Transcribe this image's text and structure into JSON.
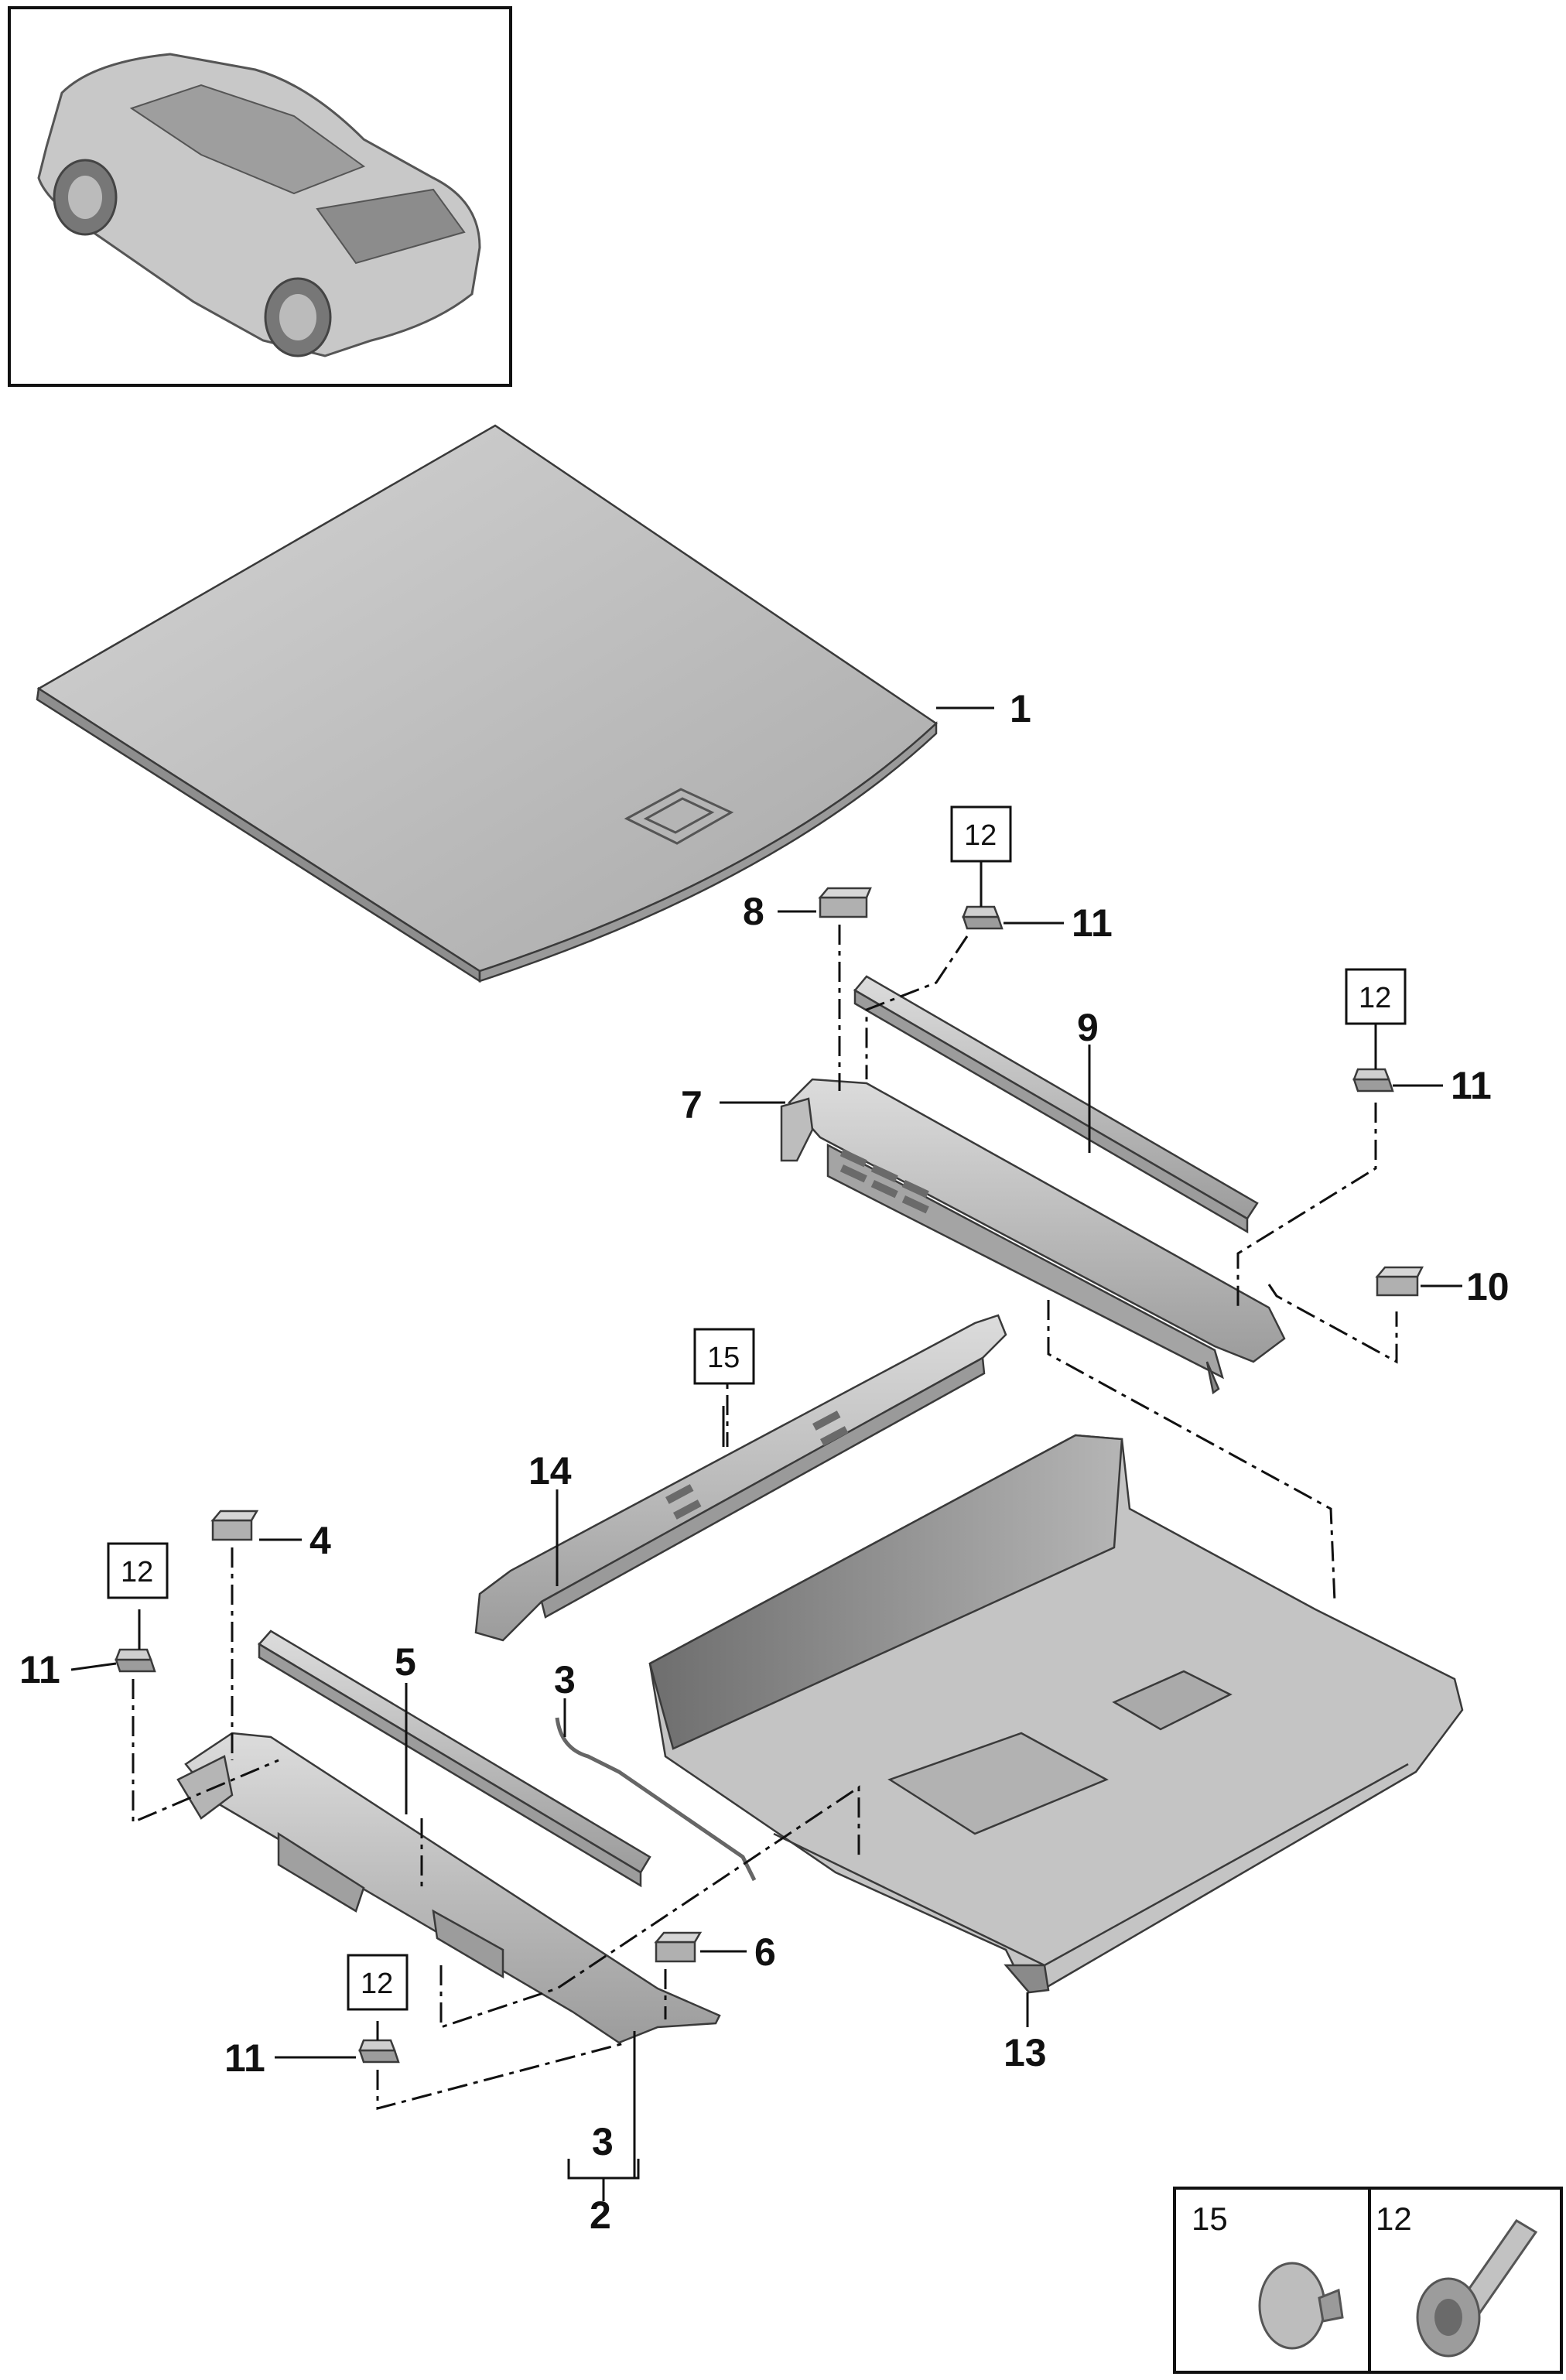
{
  "diagram": {
    "callouts": {
      "c1": "1",
      "c2": "2",
      "c3a": "3",
      "c3b": "3",
      "c4": "4",
      "c5": "5",
      "c6": "6",
      "c7": "7",
      "c8": "8",
      "c9": "9",
      "c10": "10",
      "c11a": "11",
      "c11b": "11",
      "c11c": "11",
      "c11d": "11",
      "c13": "13",
      "c14": "14"
    },
    "boxed_refs": {
      "b12a": "12",
      "b12b": "12",
      "b12c": "12",
      "b12d": "12",
      "b15": "15"
    },
    "legend": {
      "left_label": "15",
      "right_label": "12"
    }
  },
  "colors": {
    "part_fill": "#c9c9c9",
    "part_shadow": "#9a9a9a",
    "line": "#111111"
  }
}
